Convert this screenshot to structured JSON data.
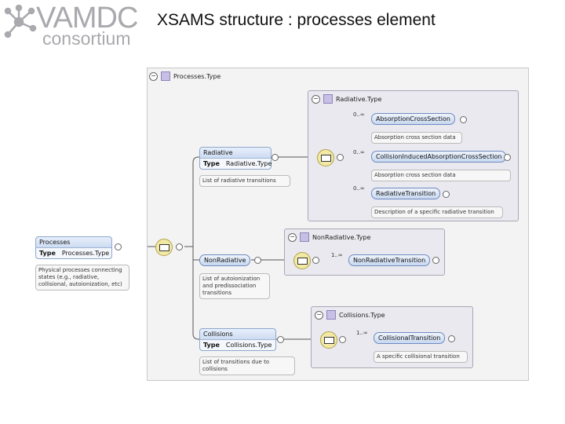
{
  "header": {
    "title": "XSAMS structure : processes element",
    "logo_main": "VAMDC",
    "logo_sub": "consortium"
  },
  "diagram": {
    "processes_type_panel": "Processes.Type",
    "processes": {
      "name": "Processes",
      "type_label": "Type",
      "type_value": "Processes.Type",
      "doc": "Physical processes connecting states (e.g., radiative, collisional, autoionization, etc)"
    },
    "radiative": {
      "name": "Radiative",
      "type_label": "Type",
      "type_value": "Radiative.Type",
      "doc": "List of radiative transitions"
    },
    "nonradiative": {
      "name": "NonRadiative",
      "doc": "List of autoionization and predissociation transitions"
    },
    "collisions": {
      "name": "Collisions",
      "type_label": "Type",
      "type_value": "Collisions.Type",
      "doc": "List of transitions due to collisions"
    },
    "radiative_type_panel": "Radiative.Type",
    "absorption": {
      "name": "AbsorptionCrossSection",
      "card": "0..∞",
      "doc": "Absorption cross section data"
    },
    "collision_induced": {
      "name": "CollisionInducedAbsorptionCrossSection",
      "card": "0..∞",
      "doc": "Absorption cross section data"
    },
    "radiative_transition": {
      "name": "RadiativeTransition",
      "card": "0..∞",
      "doc": "Description of a specific radiative transition"
    },
    "nonradiative_type_panel": "NonRadiative.Type",
    "nonradiative_transition": {
      "name": "NonRadiativeTransition",
      "card": "1..∞"
    },
    "collisions_type_panel": "Collisions.Type",
    "collisional_transition": {
      "name": "CollisionalTransition",
      "card": "1..∞",
      "doc": "A specific collisional transition"
    }
  }
}
